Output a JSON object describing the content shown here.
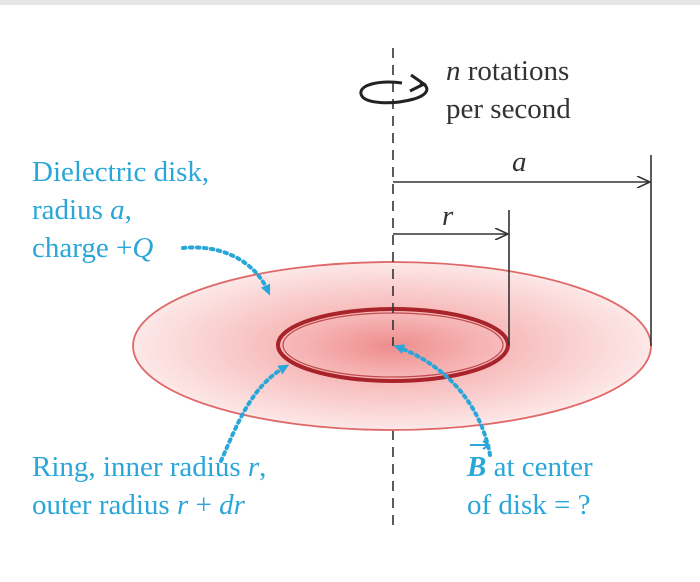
{
  "colors": {
    "label_blue": "#2aa6d8",
    "text_dark": "#333333",
    "disk_fill": "#f6b8b8",
    "disk_edge": "#e06868",
    "ring": "#a8232a"
  },
  "rotation": {
    "icon": "rotation-arrow-icon",
    "line1": {
      "n": "n",
      "rest": " rotations"
    },
    "line2": "per second"
  },
  "dims": {
    "a": "a",
    "r": "r"
  },
  "disk_label": {
    "line1": "Dielectric disk,",
    "line2": {
      "pre": "radius ",
      "var": "a",
      "post": ","
    },
    "line3": {
      "pre": "charge +",
      "var": "Q"
    }
  },
  "ring_label": {
    "line1": {
      "pre": "Ring, inner radius ",
      "var": "r",
      "post": ","
    },
    "line2": {
      "pre": "outer radius ",
      "v1": "r",
      "plus": " + ",
      "v2": "dr"
    }
  },
  "field_label": {
    "line1": {
      "sym": "B",
      "rest": " at center"
    },
    "line2": {
      "pre": "of disk ",
      "eq": "=",
      "q": " ?"
    }
  }
}
